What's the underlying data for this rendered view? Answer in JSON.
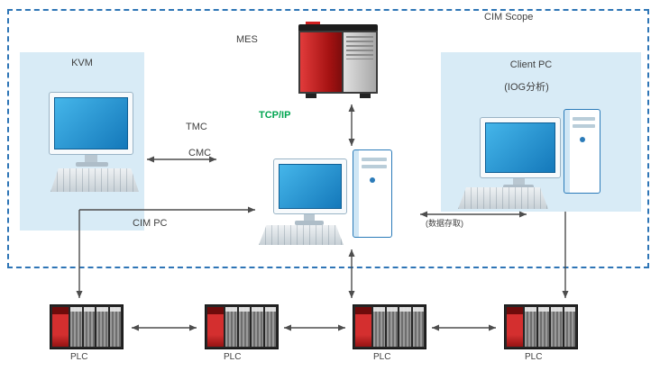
{
  "scope": {
    "label": "CIM Scope"
  },
  "kvm": {
    "label": "KVM"
  },
  "mes": {
    "label": "MES"
  },
  "network": {
    "tcpip": "TCP/IP",
    "tmc": "TMC",
    "cmc": "CMC",
    "link": "(数据存取)"
  },
  "cim_pc": {
    "label": "CIM PC"
  },
  "client": {
    "title": "Client PC",
    "subtitle": "(IOG分析)"
  },
  "plcs": [
    {
      "label": "PLC"
    },
    {
      "label": "PLC"
    },
    {
      "label": "PLC"
    },
    {
      "label": "PLC"
    }
  ],
  "colors": {
    "boundary": "#2E75B6",
    "panel": "#D8EBF6",
    "screen": "#1793D1",
    "tcpip_green": "#00A550",
    "mes_red": "#C00000",
    "line": "#4D4D4D"
  }
}
